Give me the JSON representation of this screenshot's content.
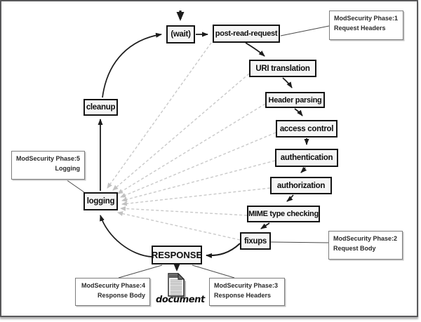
{
  "nodes": {
    "wait": "(wait)",
    "post_read_request": "post-read-request",
    "uri_translation": "URI translation",
    "header_parsing": "Header parsing",
    "access_control": "access control",
    "authentication": "authentication",
    "authorization": "authorization",
    "mime_type_checking": "MIME type checking",
    "fixups": "fixups",
    "response": "RESPONSE",
    "logging": "logging",
    "cleanup": "cleanup"
  },
  "callouts": {
    "phase1": {
      "line1": "ModSecurity Phase:1",
      "line2": "Request Headers"
    },
    "phase2": {
      "line1": "ModSecurity Phase:2",
      "line2": "Request Body"
    },
    "phase3": {
      "line1": "ModSecurity Phase:3",
      "line2": "Response Headers"
    },
    "phase4": {
      "line1": "ModSecurity Phase:4",
      "line2": "Response Body"
    },
    "phase5": {
      "line1": "ModSecurity Phase:5",
      "line2": "Logging"
    }
  },
  "document_label": "document",
  "colors": {
    "solid_line": "#1c1c1c",
    "dashed_line": "#c9c9c9",
    "node_border": "#141414",
    "node_background": "#f5f5f5",
    "callout_border": "#7d7d7d",
    "frame": "#58585a"
  }
}
